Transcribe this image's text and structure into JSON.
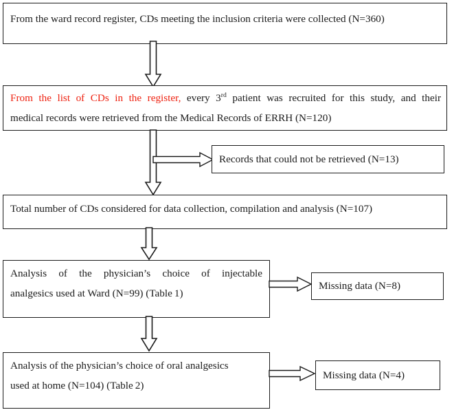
{
  "diagram": {
    "title": "Study participant selection flow chart",
    "accent_red": "#ee2211",
    "line_color": "#1a1a1a",
    "background": "#ffffff"
  },
  "nodes": {
    "box1": {
      "text": "From the  ward  record  register, CDs meeting the inclusion criteria were collected (N=360)"
    },
    "box2": {
      "line1_red": "From the list of CDs in the register,",
      "line1_rest_a": " every 3",
      "line1_sup": "rd",
      "line1_rest_b": " patient was recruited for this study, and their",
      "line2": "medical records were retrieved from the Medical Records of ERRH (N=120)"
    },
    "box3": {
      "text": "Total number of CDs considered for data collection, compilation and analysis (N=107)"
    },
    "box4": {
      "line1": "Analysis of the physician’s choice of injectable",
      "line2": "analgesics used at Ward (N=99) (Table 1)"
    },
    "box5": {
      "line1": "Analysis of the physician’s choice of oral analgesics",
      "line2": "used at home (N=104) (Table 2)"
    },
    "side1": {
      "text": "Records that could not be retrieved (N=13)"
    },
    "side2": {
      "text": "Missing data (N=8)"
    },
    "side3": {
      "text": "Missing data (N=4)"
    }
  },
  "connectors": {
    "arrow1": {
      "name": "box1-to-box2",
      "direction": "down"
    },
    "arrow2": {
      "name": "box2-to-box3",
      "direction": "down"
    },
    "arrow3": {
      "name": "branch-to-records-not-retrieved",
      "direction": "right"
    },
    "arrow4": {
      "name": "box3-to-box4",
      "direction": "down"
    },
    "arrow5": {
      "name": "box4-to-missing-data-8",
      "direction": "right"
    },
    "arrow6": {
      "name": "box4-to-box5",
      "direction": "down"
    },
    "arrow7": {
      "name": "box5-to-missing-data-4",
      "direction": "right"
    }
  }
}
